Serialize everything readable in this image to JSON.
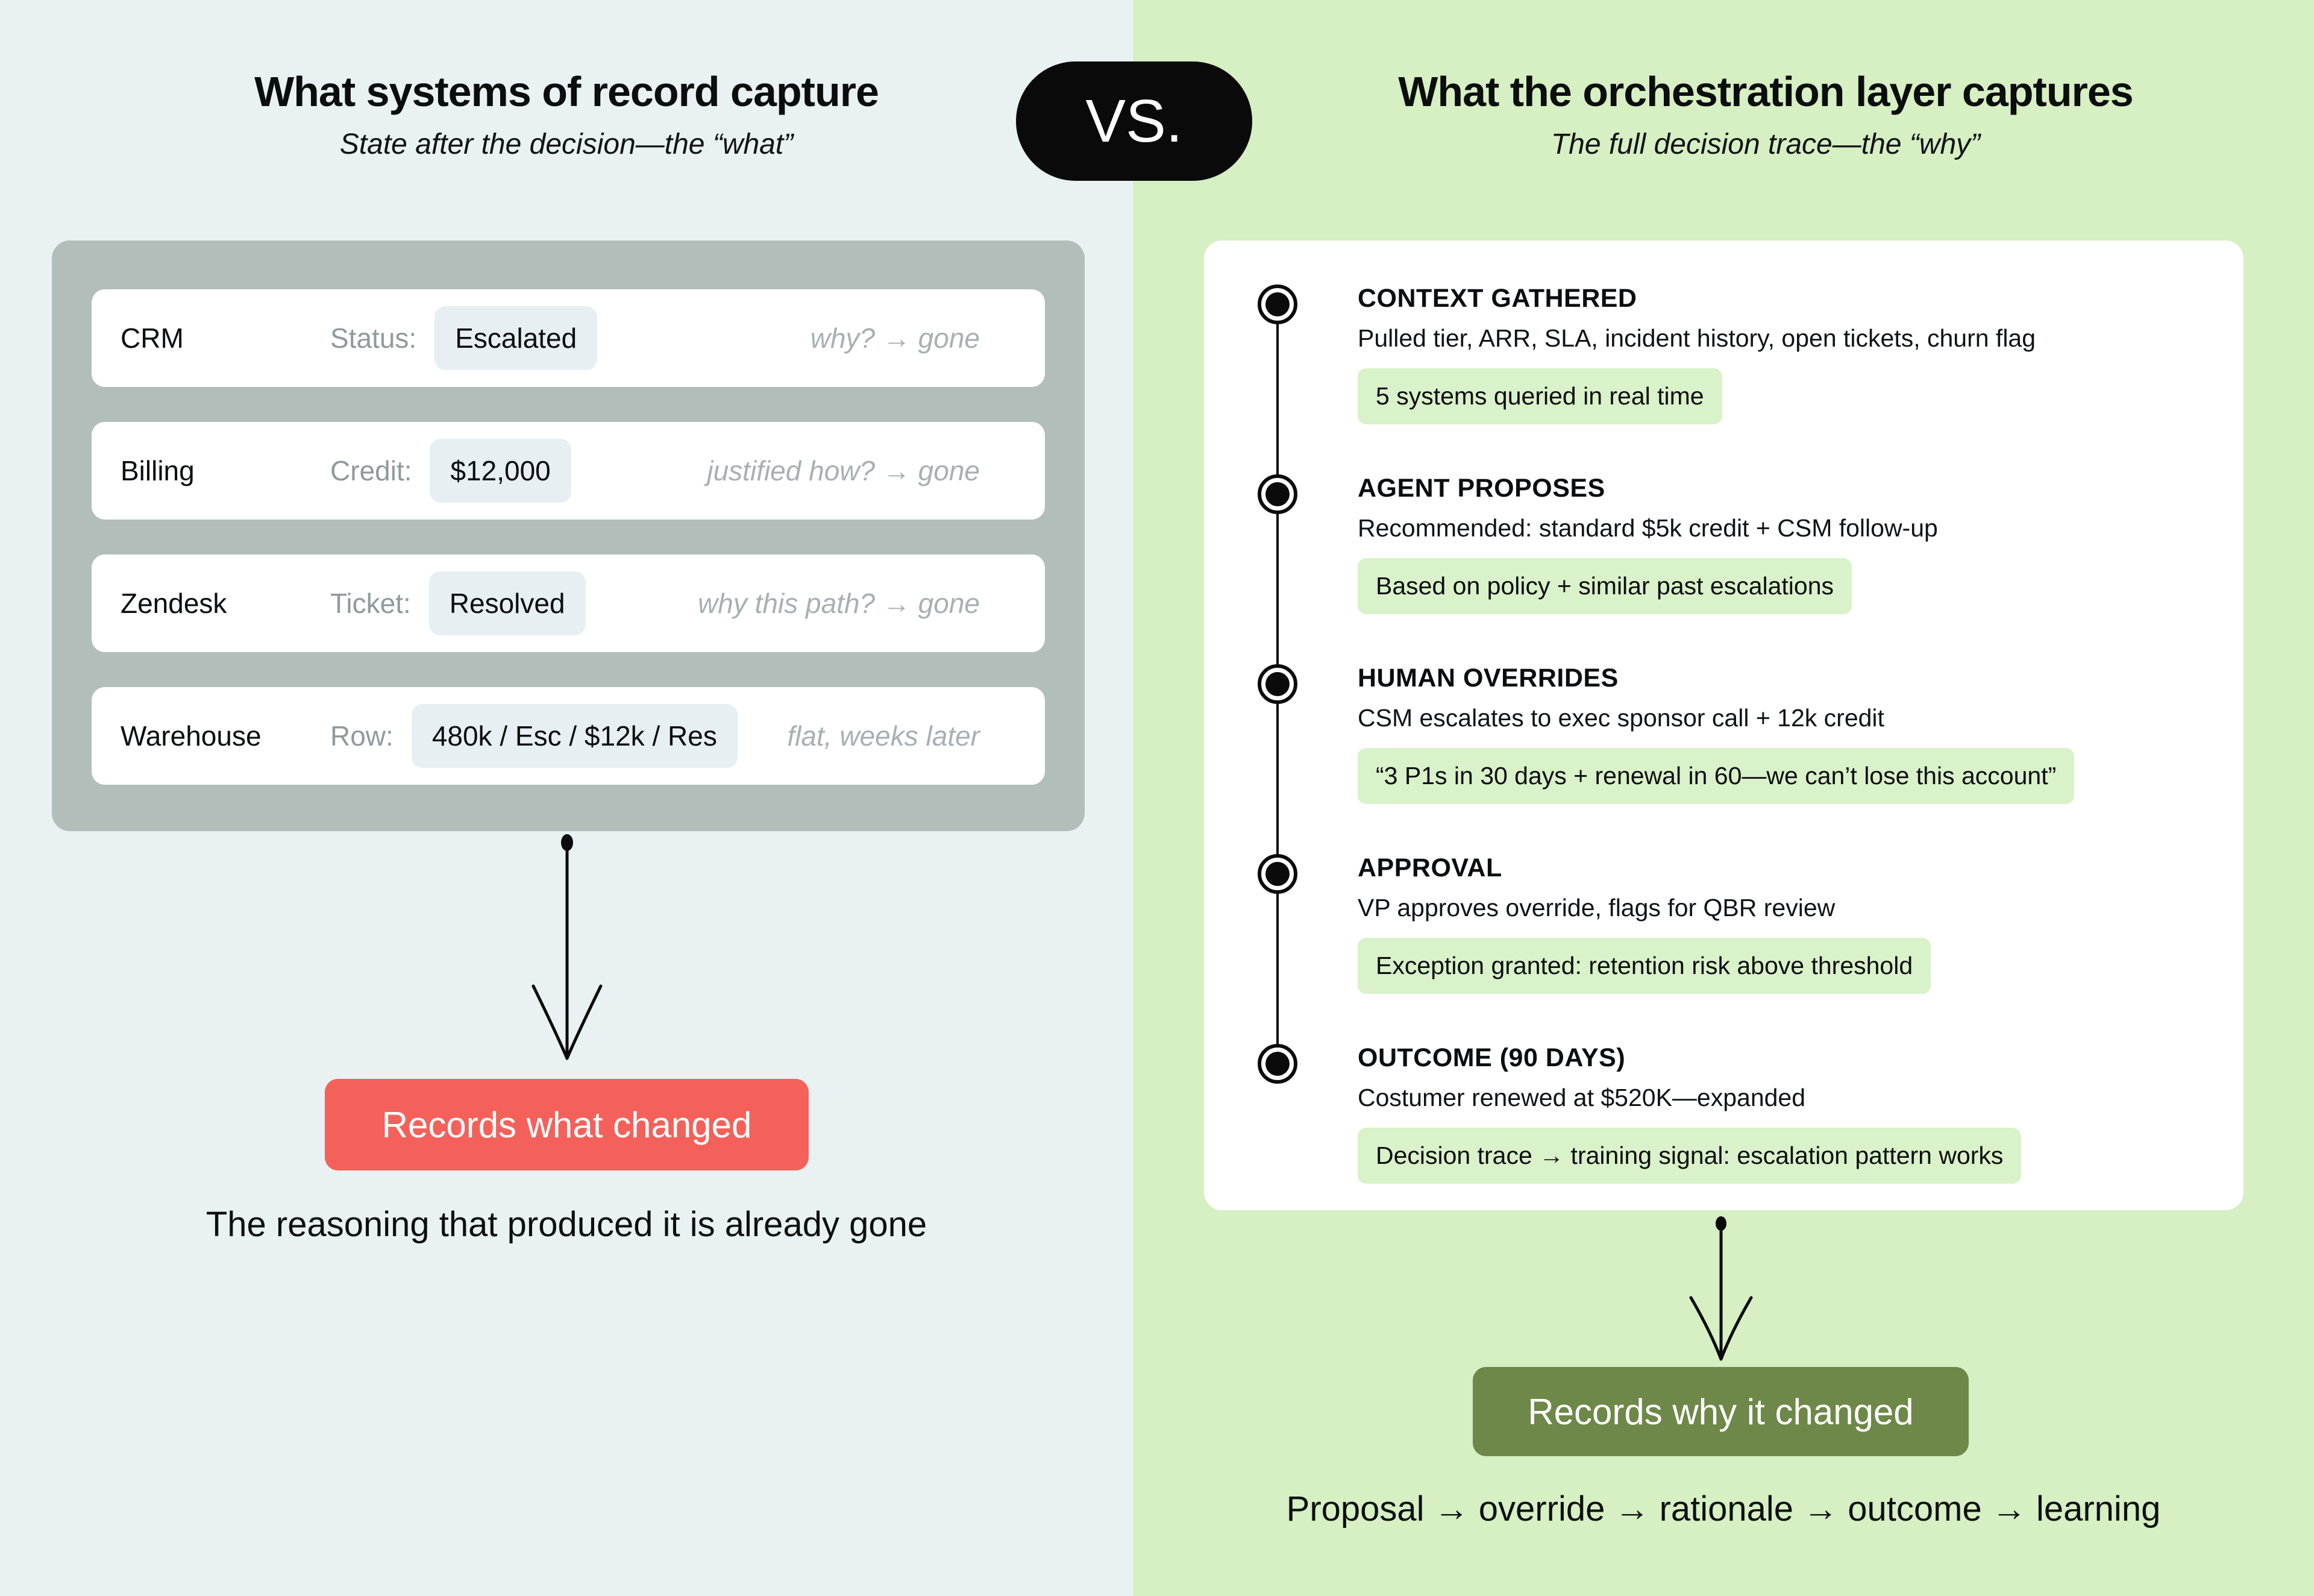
{
  "divider": {
    "vs_label": "VS."
  },
  "colors": {
    "left_background": "#e9f1f3",
    "right_background": "#d6efc3",
    "gray_card": "#b2beba",
    "value_chip": "#e7eff2",
    "green_chip": "#d9f2c9",
    "red_button": "#f4615b",
    "green_button": "#6d8848",
    "ink": "#0b0d0e"
  },
  "left_panel": {
    "title": "What systems of record capture",
    "subtitle": "State after the decision—the “what”",
    "rows": [
      {
        "system": "CRM",
        "field": "Status:",
        "value": "Escalated",
        "note": "why? → gone"
      },
      {
        "system": "Billing",
        "field": "Credit:",
        "value": "$12,000",
        "note": "justified how? → gone"
      },
      {
        "system": "Zendesk",
        "field": "Ticket:",
        "value": "Resolved",
        "note": "why this path? → gone"
      },
      {
        "system": "Warehouse",
        "field": "Row:",
        "value": "480k / Esc / $12k / Res",
        "note": "flat, weeks later"
      }
    ],
    "button_label": "Records what changed",
    "caption": "The reasoning that produced it is already gone"
  },
  "right_panel": {
    "title": "What the orchestration layer captures",
    "subtitle": "The full decision trace—the “why”",
    "steps": [
      {
        "title": "CONTEXT GATHERED",
        "description": "Pulled tier, ARR, SLA, incident history, open tickets, churn flag",
        "highlight": "5 systems queried in real time"
      },
      {
        "title": "AGENT PROPOSES",
        "description": "Recommended: standard $5k credit + CSM follow-up",
        "highlight": "Based on policy + similar past escalations"
      },
      {
        "title": "HUMAN OVERRIDES",
        "description": "CSM escalates to exec sponsor call + 12k credit",
        "highlight": "“3 P1s in 30 days + renewal in 60—we can’t lose this account”"
      },
      {
        "title": "APPROVAL",
        "description": "VP approves override, flags for QBR review",
        "highlight": "Exception granted: retention risk above threshold"
      },
      {
        "title": "OUTCOME (90 DAYS)",
        "description": "Costumer renewed at $520K—expanded",
        "highlight": "Decision trace → training signal: escalation pattern works"
      }
    ],
    "button_label": "Records why it changed",
    "caption": "Proposal → override → rationale → outcome → learning"
  }
}
